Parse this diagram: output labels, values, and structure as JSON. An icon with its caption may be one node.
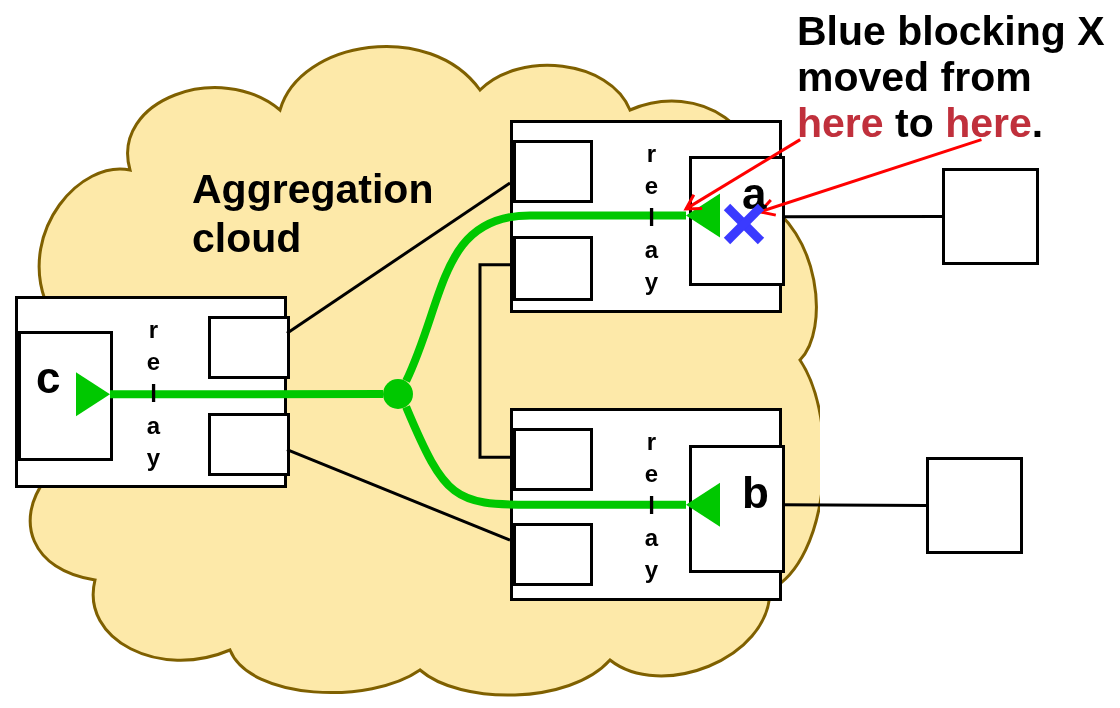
{
  "diagram": {
    "nodes": [
      {
        "text": [
          "Aggregation cloud"
        ]
      },
      {
        "text": [
          "relay"
        ],
        "in": 0
      },
      {
        "text": [],
        "shape": "box",
        "in": 1
      },
      {
        "text": [],
        "shape": "box",
        "in": 1
      },
      {
        "text": [
          "a"
        ],
        "in": 1
      },
      {
        "text": [],
        "shape": "cross",
        "in": 4
      },
      {
        "text": [],
        "shape": "box"
      },
      {
        "text": [
          "relay"
        ],
        "in": 0
      },
      {
        "text": [
          "c"
        ],
        "in": 7
      },
      {
        "text": [],
        "shape": "box",
        "in": 7
      },
      {
        "text": [],
        "shape": "box",
        "in": 7
      },
      {
        "text": [],
        "shape": "circle",
        "in": 0
      },
      {
        "text": [
          "relay"
        ],
        "in": 0
      },
      {
        "text": [],
        "shape": "box",
        "in": 12
      },
      {
        "text": [],
        "shape": "box",
        "in": 12
      },
      {
        "text": [
          "b"
        ],
        "in": 12
      },
      {
        "text": [],
        "shape": "box"
      },
      {
        "text": [
          "Blue blocking X moved from here to here."
        ]
      }
    ],
    "edges": [
      {
        "from": 9,
        "to": 2,
        "arrow": "none"
      },
      {
        "from": 10,
        "to": 14,
        "arrow": "none"
      },
      {
        "from": 3,
        "to": 13,
        "arrow": "none"
      },
      {
        "from": 4,
        "to": 6,
        "arrow": "none"
      },
      {
        "from": 15,
        "to": 16,
        "arrow": "none"
      },
      {
        "from": 11,
        "to": 8,
        "arrow": "other",
        "style": "thick",
        "color": "#00c800"
      },
      {
        "from": 11,
        "to": 4,
        "arrow": "other",
        "style": "thick",
        "color": "#00c800"
      },
      {
        "from": 11,
        "to": 15,
        "arrow": "other",
        "style": "thick",
        "color": "#00c800"
      },
      {
        "from": 17,
        "to": 4,
        "arrow": "to",
        "color": "#ff0000"
      },
      {
        "from": 17,
        "to": 5,
        "arrow": "to",
        "color": "#ff0000"
      }
    ]
  }
}
